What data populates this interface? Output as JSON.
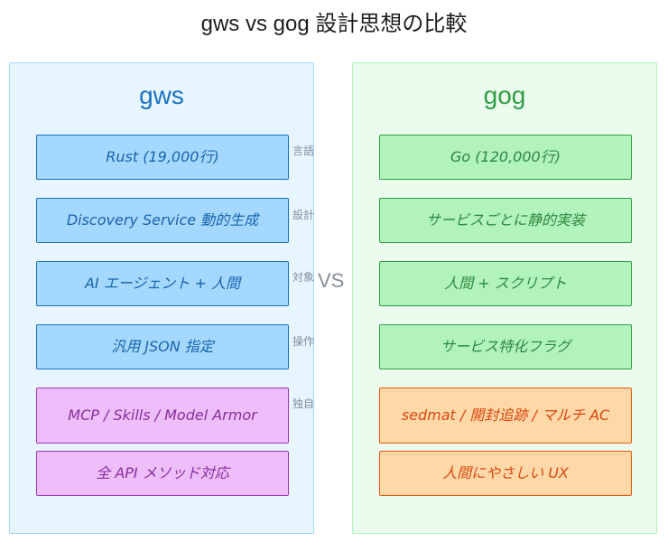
{
  "title": "gws vs gog 設計思想の比較",
  "vs_label": "VS",
  "left": {
    "name": "gws",
    "color": "#1971c2",
    "items": [
      "Rust (19,000行)",
      "Discovery Service 動的生成",
      "AI エージェント + 人間",
      "汎用 JSON 指定",
      "MCP / Skills / Model Armor",
      "全 API メソッド対応"
    ]
  },
  "right": {
    "name": "gog",
    "color": "#2f9e44",
    "items": [
      "Go (120,000行)",
      "サービスごとに静的実装",
      "人間 + スクリプト",
      "サービス特化フラグ",
      "sedmat / 開封追跡 / マルチ AC",
      "人間にやさしい UX"
    ]
  },
  "categories": [
    "言語",
    "設計",
    "対象",
    "操作",
    "独自"
  ]
}
